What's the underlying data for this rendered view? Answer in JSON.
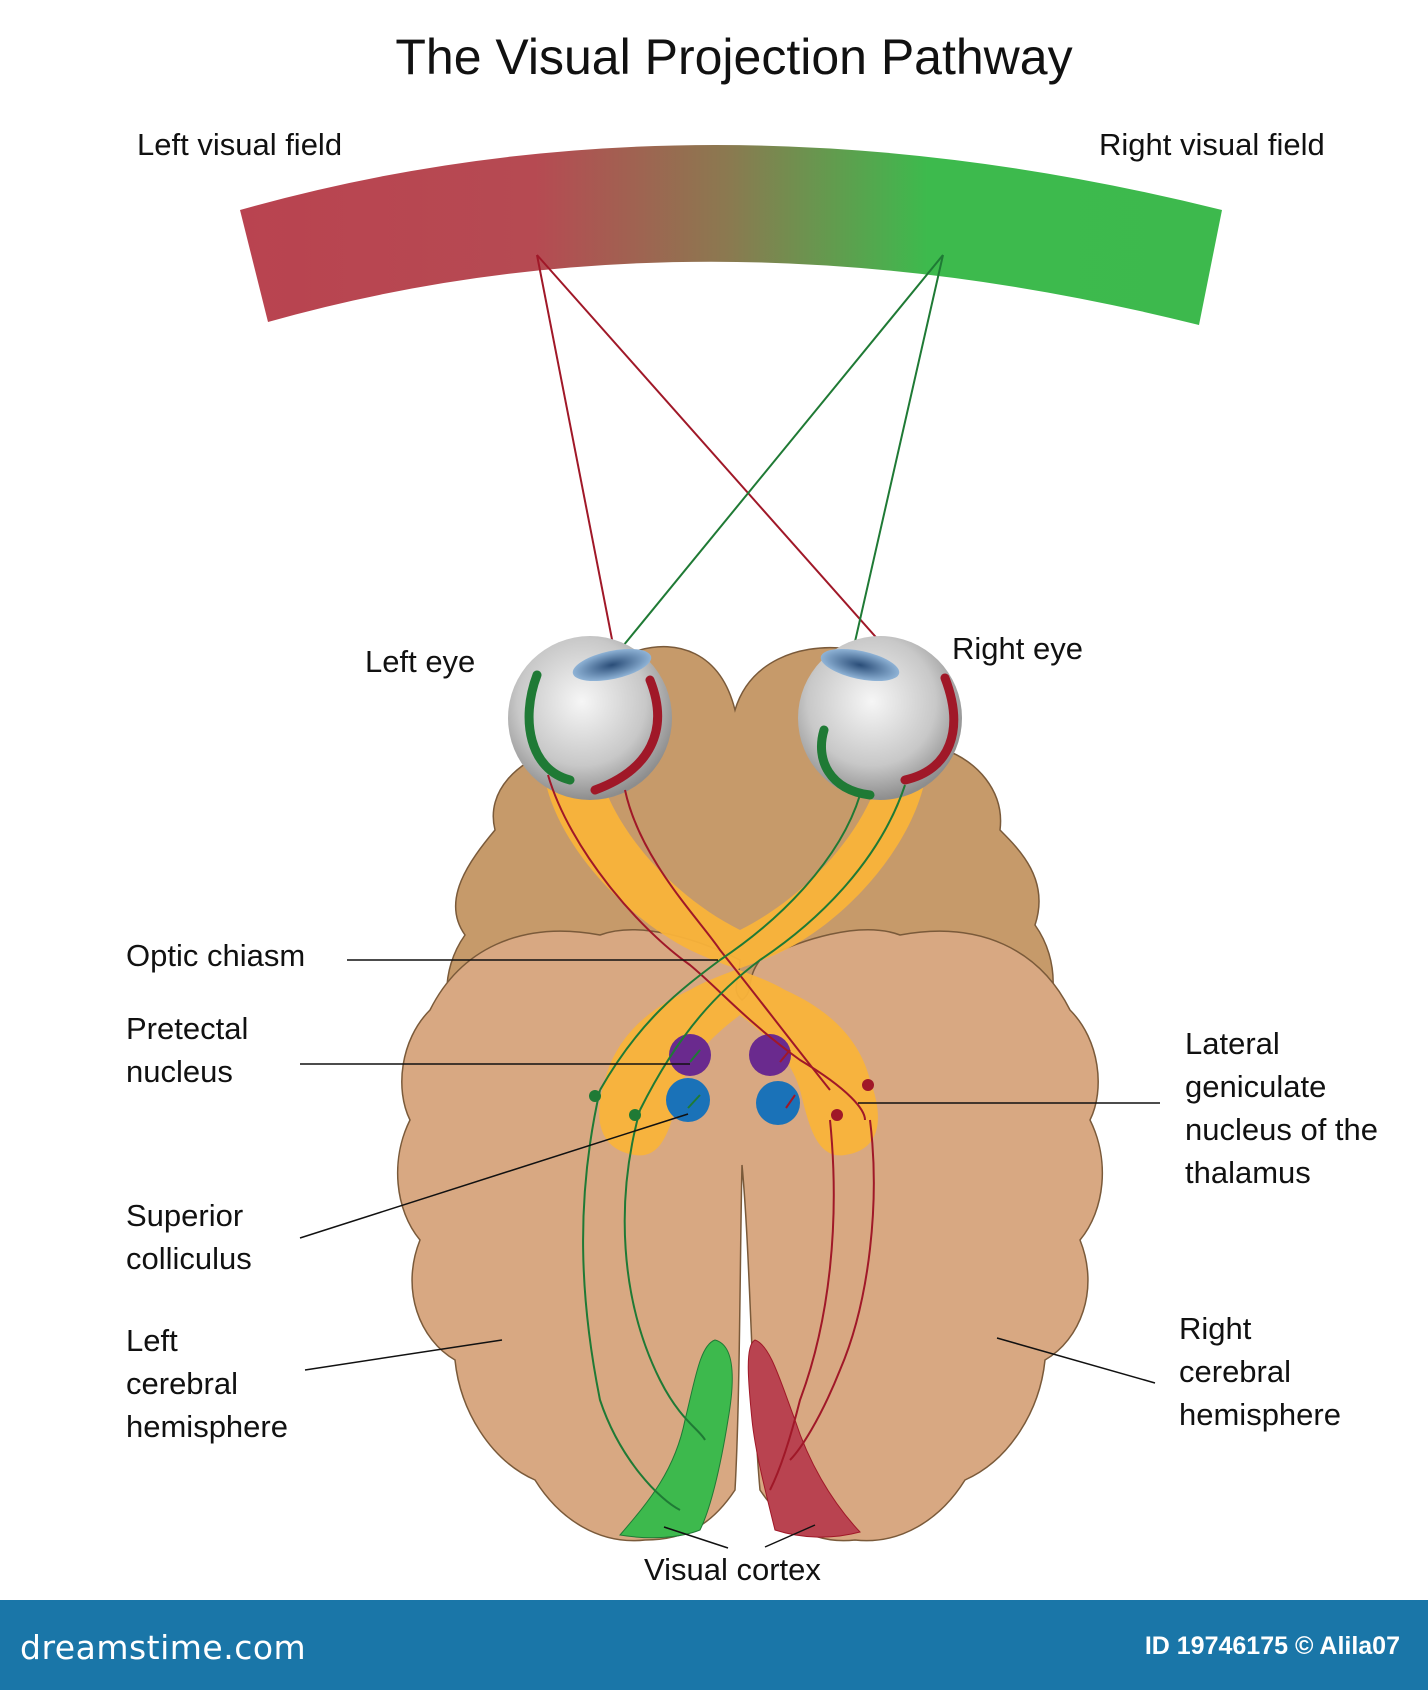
{
  "title": "The Visual Projection Pathway",
  "labels": {
    "left_visual_field": "Left visual field",
    "right_visual_field": "Right visual field",
    "left_eye": "Left eye",
    "right_eye": "Right eye",
    "optic_chiasm": "Optic chiasm",
    "pretectal_nucleus": [
      "Pretectal",
      "nucleus"
    ],
    "lateral_geniculate": [
      "Lateral",
      "geniculate",
      "nucleus of the",
      "thalamus"
    ],
    "superior_colliculus": [
      "Superior",
      "colliculus"
    ],
    "left_hemisphere": [
      "Left",
      "cerebral",
      "hemisphere"
    ],
    "right_hemisphere": [
      "Right",
      "cerebral",
      "hemisphere"
    ],
    "visual_cortex": "Visual cortex"
  },
  "footer": {
    "site": "dreamstime.com",
    "image_id": "ID 19746175 © Alila07"
  },
  "colors": {
    "left_field": "#b94350",
    "right_field": "#3db94d",
    "red_pathway": "#a01828",
    "green_pathway": "#1f7a35",
    "optic_tract": "#f9b33a",
    "frontal_lobe": "#c69a6a",
    "cerebrum": "#d8a882",
    "pretectal": "#6a2a8e",
    "colliculus": "#1a72b8",
    "footer": "#1a76a8"
  }
}
